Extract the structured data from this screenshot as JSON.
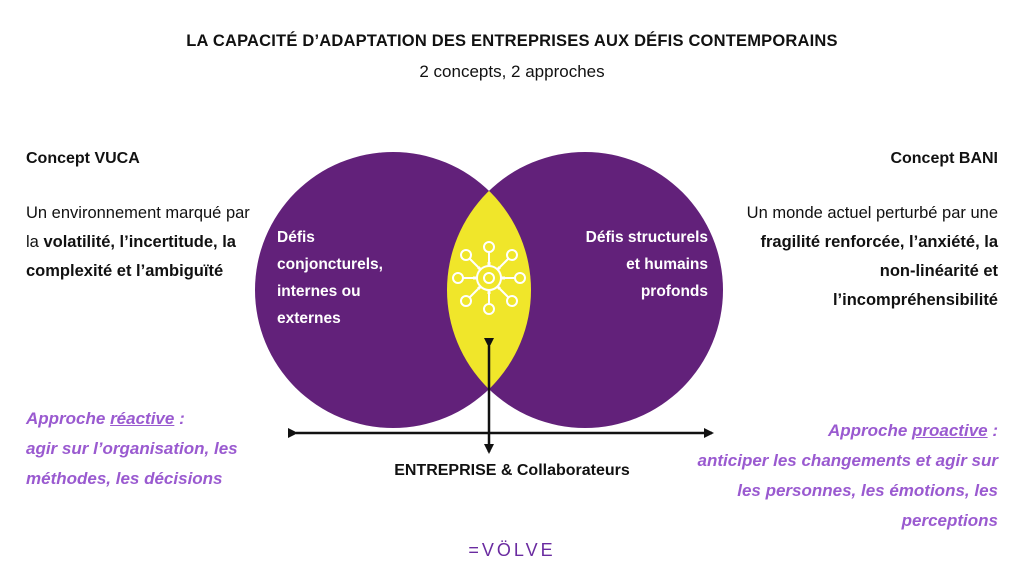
{
  "title": "LA CAPACITÉ D’ADAPTATION DES ENTREPRISES AUX DÉFIS CONTEMPORAINS",
  "subtitle": "2 concepts, 2 approches",
  "left": {
    "title": "Concept VUCA",
    "desc_plain": "Un environnement marqué par la ",
    "desc_bold": "volatilité, l’incertitude, la complexité et l’ambiguïté",
    "approach_prefix": "Approche ",
    "approach_word": "réactive",
    "approach_colon": " :",
    "approach_text": "agir sur l’organisation, les méthodes, les décisions"
  },
  "right": {
    "title": "Concept BANI",
    "desc_plain": "Un monde actuel perturbé par une ",
    "desc_bold": "fragilité renforcée, l’anxiété, la non-linéarité et l’incompréhensibilité",
    "approach_prefix": "Approche ",
    "approach_word": "proactive",
    "approach_colon": " :",
    "approach_text": "anticiper les changements et agir sur les personnes, les émotions, les perceptions"
  },
  "venn": {
    "left_text": "Défis conjoncturels, internes ou externes",
    "right_text": "Défis structurels et humains profonds",
    "center_icon": "gear-network-icon",
    "circle_color": "#62217a",
    "overlap_color": "#f0e62a"
  },
  "bottom_label": "ENTREPRISE & Collaborateurs",
  "logo": "=VÖLVE",
  "accent_color": "#9a5ad0"
}
